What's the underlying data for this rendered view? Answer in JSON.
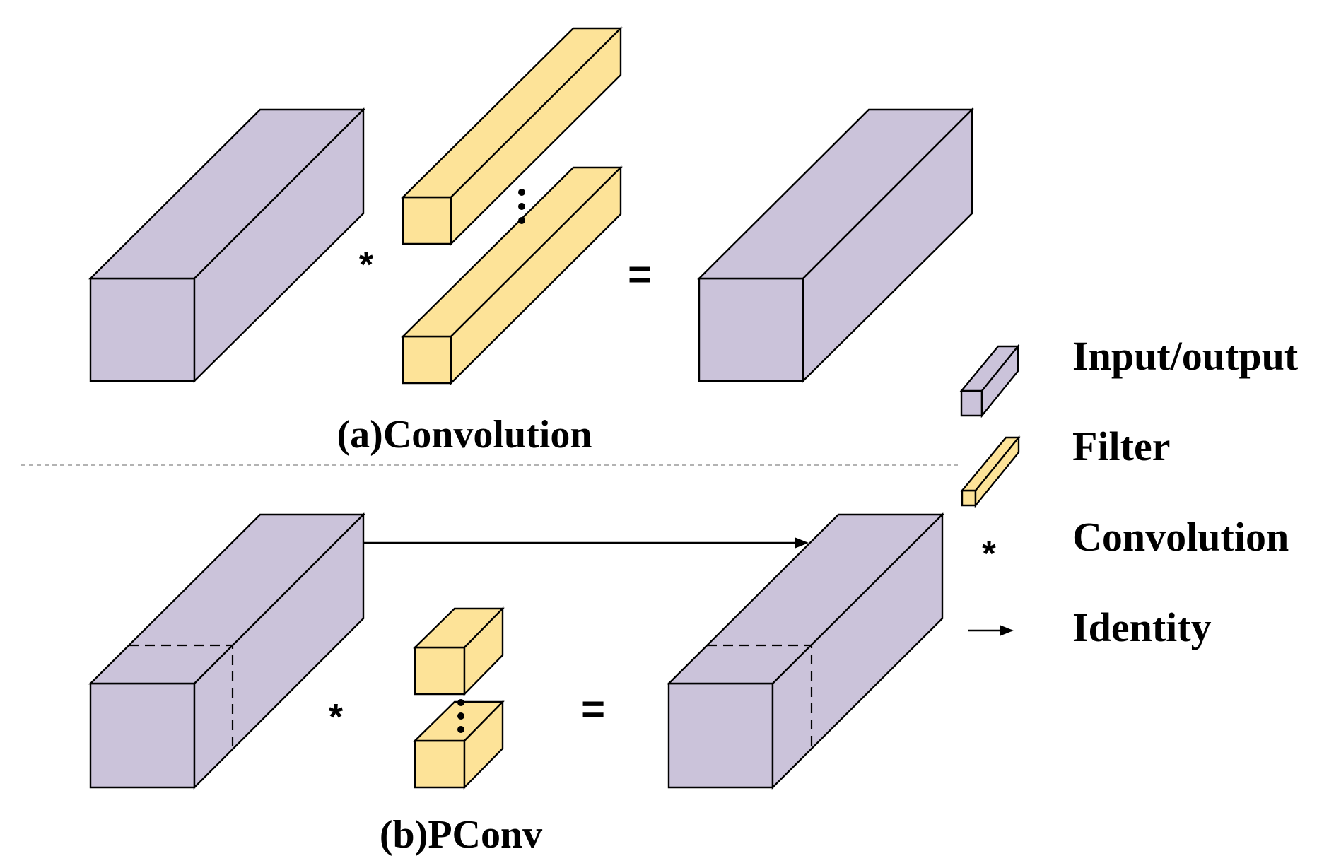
{
  "captions": {
    "convolution": "(a)Convolution",
    "pconv": "(b)PConv"
  },
  "operators": {
    "convolve": "*",
    "equals": "="
  },
  "legend": {
    "io": "Input/output",
    "filter": "Filter",
    "convolution": "Convolution",
    "convolution_symbol": "*",
    "identity": "Identity"
  },
  "colors": {
    "input_output": "#cbc3da",
    "filter": "#fde398",
    "outline": "#000000",
    "separator": "#9a9a9a"
  },
  "icons": {
    "io": "cuboid-icon",
    "filter": "filter-cuboid-icon",
    "identity": "right-arrow-icon"
  }
}
